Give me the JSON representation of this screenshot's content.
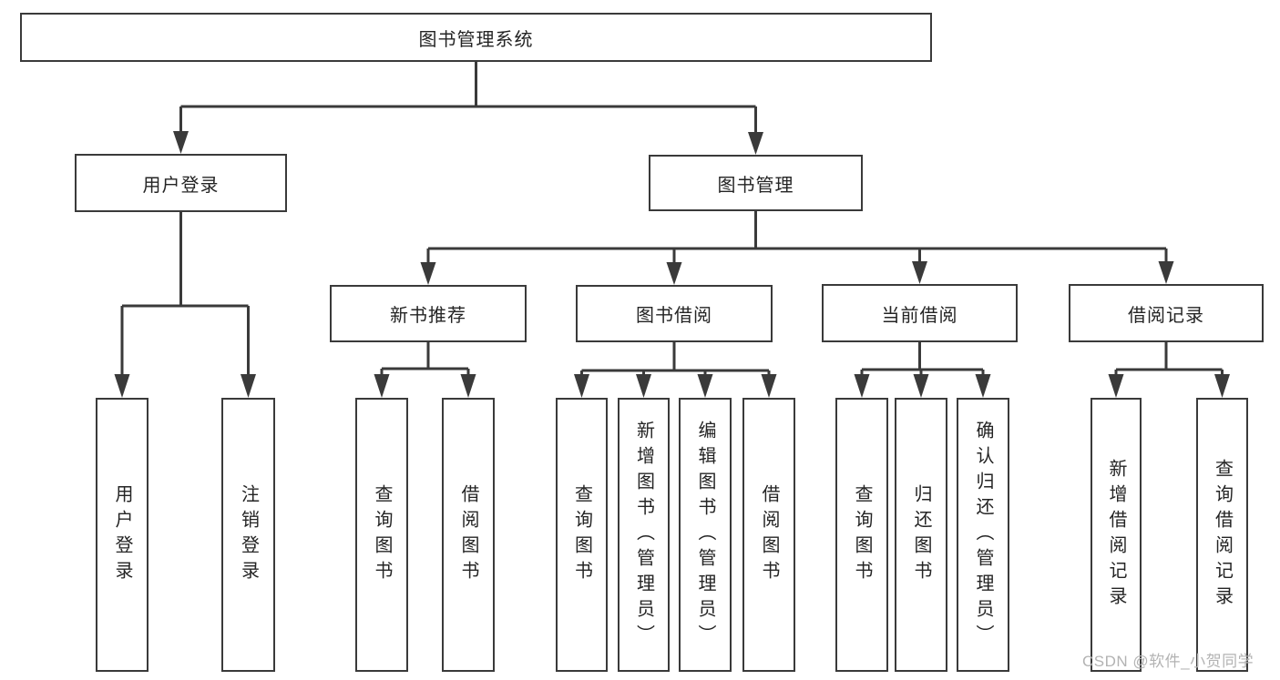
{
  "diagram_title": "图书管理系统",
  "colors": {
    "line": "#3a3a3a",
    "box_border": "#3a3a3a",
    "text": "#242424",
    "watermark": "#b3b3b3",
    "background": "#ffffff"
  },
  "tree": {
    "root": {
      "label": "图书管理系统"
    },
    "user": {
      "label": "用户登录",
      "children": [
        {
          "label": "用户登录"
        },
        {
          "label": "注销登录"
        }
      ]
    },
    "book": {
      "label": "图书管理",
      "sections": {
        "rec": {
          "label": "新书推荐",
          "children": [
            {
              "label": "查询图书"
            },
            {
              "label": "借阅图书"
            }
          ]
        },
        "borrow": {
          "label": "图书借阅",
          "children": [
            {
              "label": "查询图书"
            },
            {
              "label": "新增图书（管理员）"
            },
            {
              "label": "编辑图书（管理员）"
            },
            {
              "label": "借阅图书"
            }
          ]
        },
        "current": {
          "label": "当前借阅",
          "children": [
            {
              "label": "查询图书"
            },
            {
              "label": "归还图书"
            },
            {
              "label": "确认归还（管理员）"
            }
          ]
        },
        "record": {
          "label": "借阅记录",
          "children": [
            {
              "label": "新增借阅记录"
            },
            {
              "label": "查询借阅记录"
            }
          ]
        }
      }
    }
  },
  "watermark": {
    "text": "CSDN @软件_小贺同学"
  }
}
